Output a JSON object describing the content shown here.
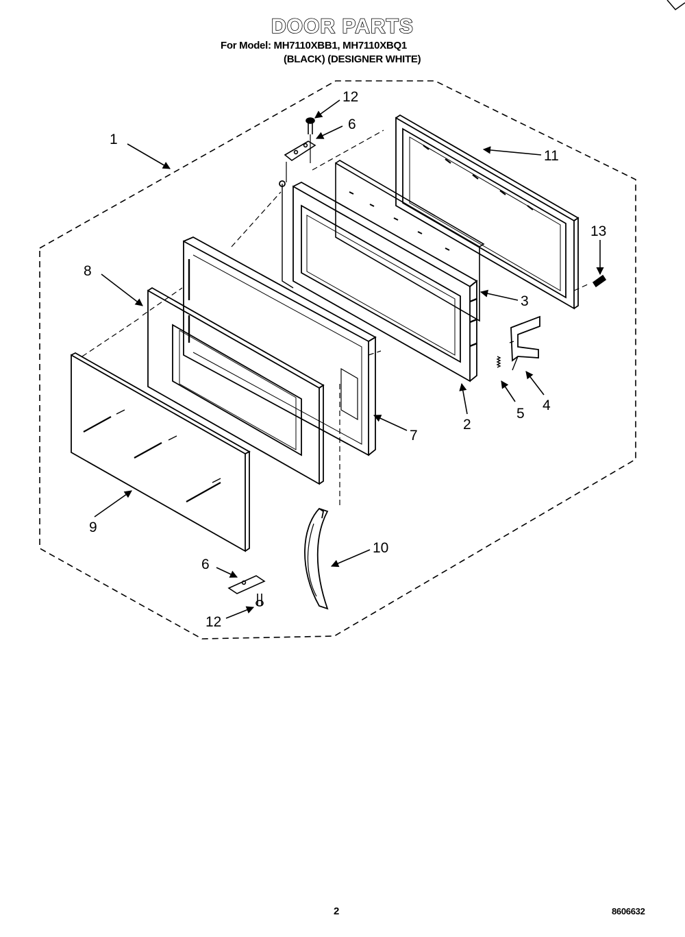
{
  "header": {
    "title": "DOOR PARTS",
    "model_line": "For Model: MH7110XBB1, MH7110XBQ1",
    "color_line": "(BLACK) (DESIGNER WHITE)"
  },
  "callouts": [
    {
      "id": "c1",
      "label": "1"
    },
    {
      "id": "c2",
      "label": "2"
    },
    {
      "id": "c3",
      "label": "3"
    },
    {
      "id": "c4",
      "label": "4"
    },
    {
      "id": "c5",
      "label": "5"
    },
    {
      "id": "c6a",
      "label": "6"
    },
    {
      "id": "c6b",
      "label": "6"
    },
    {
      "id": "c7",
      "label": "7"
    },
    {
      "id": "c8",
      "label": "8"
    },
    {
      "id": "c9",
      "label": "9"
    },
    {
      "id": "c10",
      "label": "10"
    },
    {
      "id": "c11",
      "label": "11"
    },
    {
      "id": "c12a",
      "label": "12"
    },
    {
      "id": "c12b",
      "label": "12"
    },
    {
      "id": "c13",
      "label": "13"
    }
  ],
  "footer": {
    "page_number": "2",
    "document_code": "8606632"
  }
}
